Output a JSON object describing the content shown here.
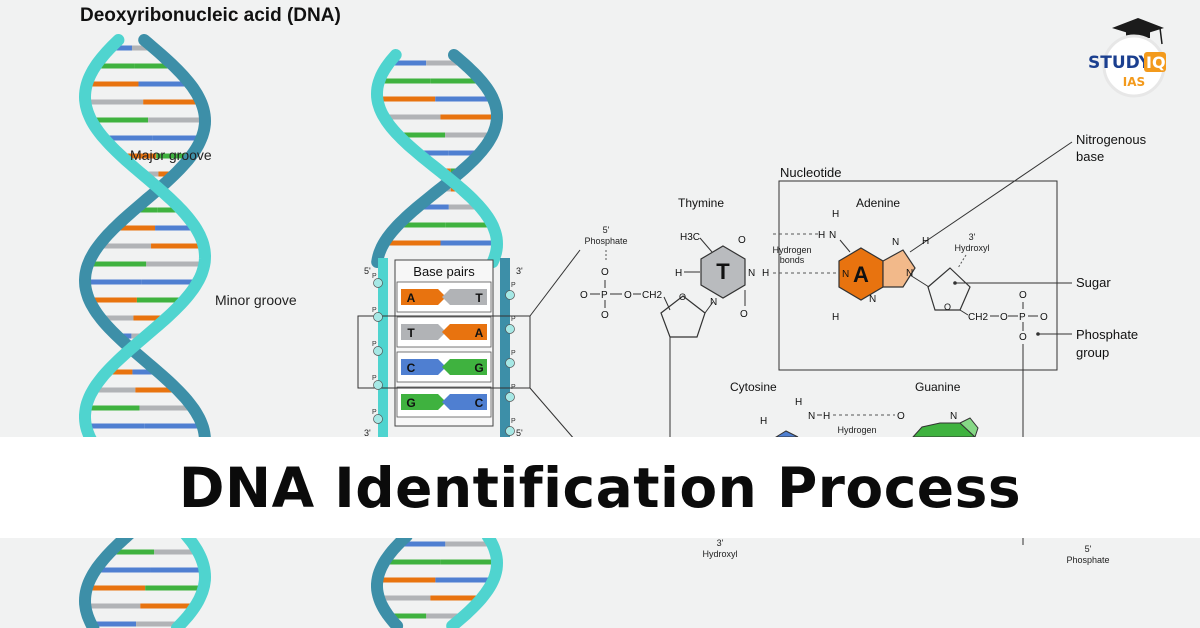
{
  "title": "Deoxyribonucleic acid (DNA)",
  "banner_title": "DNA Identification Process",
  "logo": {
    "top": "STUDY",
    "accent": "IQ",
    "sub": "IAS"
  },
  "labels": {
    "major_groove": "Major groove",
    "minor_groove": "Minor groove",
    "base_pairs": "Base pairs",
    "nucleotide": "Nucleotide",
    "nitrogenous_base": [
      "Nitrogenous",
      "base"
    ],
    "sugar": "Sugar",
    "phosphate_group": [
      "Phosphate",
      "group"
    ],
    "thymine": "Thymine",
    "adenine": "Adenine",
    "cytosine": "Cytosine",
    "guanine": "Guanine",
    "hydrogen_bonds": [
      "Hydrogen",
      "bonds"
    ],
    "hydrogen": "Hydrogen",
    "five_phosphate": [
      "5'",
      "Phosphate"
    ],
    "three_hydroxyl": [
      "3'",
      "Hydroxyl"
    ],
    "three_hydroxyl_bottom": [
      "3'",
      "Hydroxyl"
    ],
    "five_phosphate_bottom": [
      "5'",
      "Phosphate"
    ],
    "five_prime": "5'",
    "three_prime": "3'",
    "p": "P"
  },
  "base_pair_rows": [
    {
      "left": "A",
      "right": "T",
      "left_color": "#e8730f",
      "right_color": "#b1b3b6"
    },
    {
      "left": "T",
      "right": "A",
      "left_color": "#b1b3b6",
      "right_color": "#e8730f"
    },
    {
      "left": "C",
      "right": "G",
      "left_color": "#4f7fd1",
      "right_color": "#3fb23f"
    },
    {
      "left": "G",
      "right": "C",
      "left_color": "#3fb23f",
      "right_color": "#4f7fd1"
    }
  ],
  "atoms": {
    "h3c": "H3C",
    "o": "O",
    "n": "N",
    "h": "H",
    "ch2": "CH2",
    "t": "T",
    "a": "A",
    "p": "P"
  },
  "colors": {
    "strand_light": "#4fd4cf",
    "strand_dark": "#3d8fa8",
    "orange": "#e8730f",
    "gray": "#b1b3b6",
    "blue": "#4f7fd1",
    "green": "#3fb23f",
    "thymine_hex": "#b9bbbe",
    "adenine_hex": "#e8730f",
    "adenine_pent": "#f2b98a",
    "logo_blue": "#1b3f8f",
    "logo_orange": "#f39a1c"
  }
}
